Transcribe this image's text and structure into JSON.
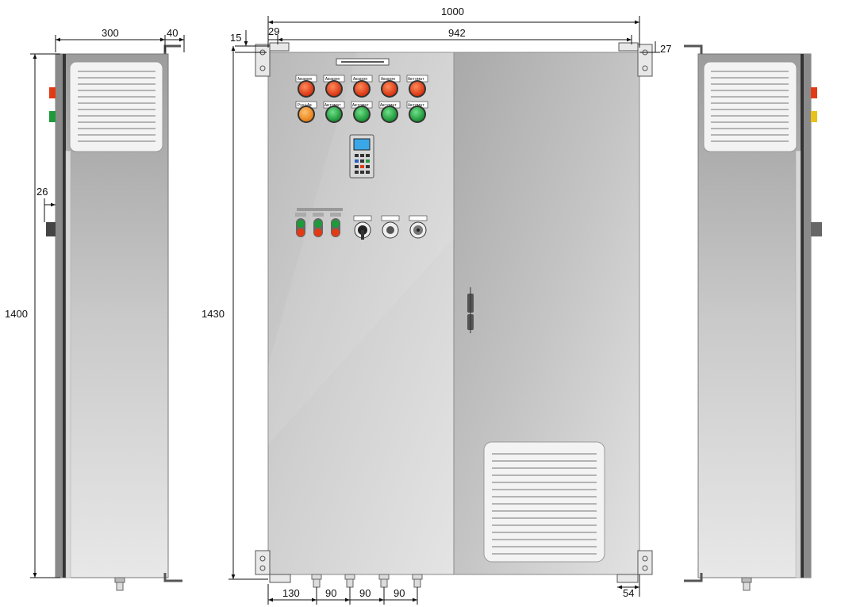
{
  "dimensions": {
    "total_width": "1000",
    "inner_width": "942",
    "left_offset": "29",
    "top_offset": "15",
    "right_offset": "27",
    "side_depth": "300",
    "side_extra": "40",
    "side_height": "1400",
    "handle_offset": "26",
    "front_height": "1430",
    "bottom_first": "130",
    "bottom_spacing": [
      "90",
      "90",
      "90"
    ],
    "bottom_right": "54"
  },
  "buttons": {
    "row1": [
      "Авария",
      "Авария",
      "Авария",
      "Авария",
      "Автомат"
    ],
    "row2": [
      "Рук+Ав",
      "Автомат",
      "Автомат",
      "Автомат",
      "Автомат"
    ]
  },
  "colors": {
    "cabinet": "#c8c8c8",
    "red_button": "#e23a14",
    "green_button": "#1f9a3a",
    "orange_button": "#f08c1a",
    "lcd": "#3aa7e8"
  },
  "icons": {
    "louver": "vent-grille-icon",
    "gland": "cable-gland-icon",
    "bracket": "wall-mount-bracket-icon",
    "handle": "door-handle-icon",
    "selector": "selector-switch-icon"
  }
}
